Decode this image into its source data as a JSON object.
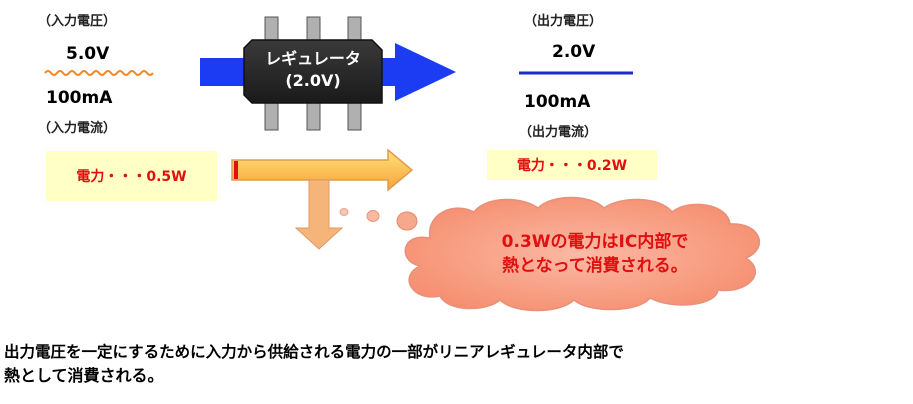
{
  "input": {
    "voltage_heading": "（入力電圧）",
    "voltage_value": "5.0V",
    "current_value": "100mA",
    "current_heading": "（入力電流）",
    "power_text": "電力・・・0.5W"
  },
  "regulator": {
    "name": "レギュレータ",
    "voltage": "(2.0V)"
  },
  "output": {
    "voltage_heading": "（出力電圧）",
    "voltage_value": "2.0V",
    "current_value": "100mA",
    "current_heading": "（出力電流）",
    "power_text": "電力・・・0.2W"
  },
  "cloud": {
    "line1": "0.3Wの電力はIC内部で",
    "line2": "熱となって消費される。"
  },
  "caption": {
    "line1": "出力電圧を一定にするために入力から供給される電力の一部がリニアレギュレータ内部で",
    "line2": "熱として消費される。"
  },
  "colors": {
    "flow_arrow": "#1c3cf4",
    "input_wave": "#f08a24",
    "output_line": "#1c2ec8",
    "power_box_bg": "#ffffc6",
    "power_text": "#e01010",
    "heat_arrow": "#f5b57a",
    "cloud_fill": "#f8a186",
    "chip_body": "#2b2b2b",
    "chip_pins": "#b0b0b0"
  }
}
